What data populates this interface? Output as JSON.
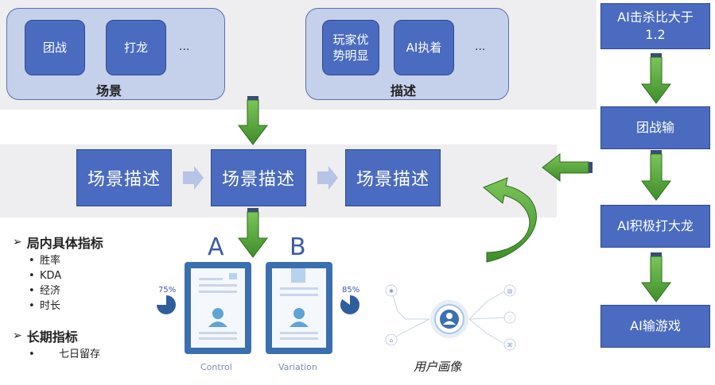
{
  "scenario_group": {
    "items": [
      "团战",
      "打龙"
    ],
    "ellipsis": "...",
    "label": "场景"
  },
  "description_group": {
    "items": [
      "玩家优势明显",
      "AI执着"
    ],
    "item_lines": [
      [
        "玩家优",
        "势明显"
      ],
      [
        "AI执着"
      ]
    ],
    "ellipsis": "...",
    "label": "描述"
  },
  "scene_flow": [
    "场景描述",
    "场景描述",
    "场景描述"
  ],
  "right_flow": [
    [
      "AI击杀比大于",
      "1.2"
    ],
    [
      "团战输"
    ],
    [
      "AI积极打大龙"
    ],
    [
      "AI输游戏"
    ]
  ],
  "metrics": {
    "in_game": {
      "title": "局内具体指标",
      "items": [
        "胜率",
        "KDA",
        "经济",
        "时长"
      ]
    },
    "long_term": {
      "title": "长期指标",
      "items": [
        "七日留存"
      ]
    }
  },
  "ab_test": {
    "a": {
      "letter": "A",
      "percent": "75%",
      "percent_value": 0.75,
      "caption": "Control"
    },
    "b": {
      "letter": "B",
      "percent": "85%",
      "percent_value": 0.85,
      "caption": "Variation"
    }
  },
  "persona": {
    "caption": "用户画像"
  },
  "colors": {
    "box_fill": "#4a6bbf",
    "group_fill": "#c5d0ea",
    "band": "#eeeef0",
    "arrow_green": "#5aa83a",
    "arrow_light": "#b7c4e6",
    "icon_blue": "#3b6fb0"
  }
}
